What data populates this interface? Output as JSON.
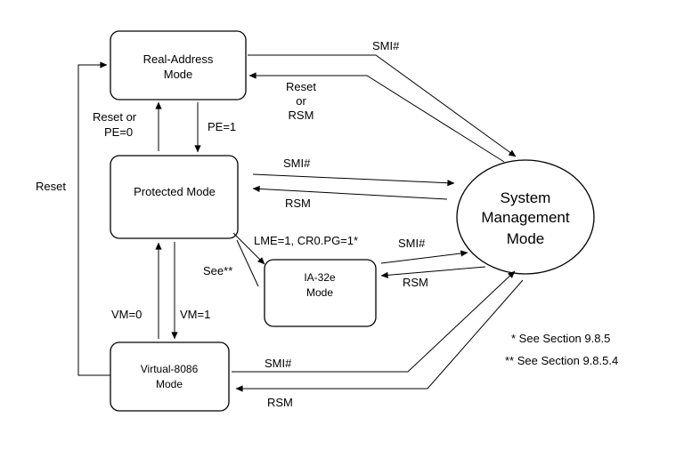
{
  "nodes": {
    "real_address": [
      "Real-Address",
      "Mode"
    ],
    "protected": "Protected Mode",
    "ia32e": [
      "IA-32e",
      "Mode"
    ],
    "virtual8086": [
      "Virtual-8086",
      "Mode"
    ],
    "smm": [
      "System",
      "Management",
      "Mode"
    ]
  },
  "labels": {
    "smi_real": "SMI#",
    "reset_or_rsm": [
      "Reset",
      "or",
      "RSM"
    ],
    "reset_or_pe0": [
      "Reset or",
      "PE=0"
    ],
    "pe1": "PE=1",
    "reset_left": "Reset",
    "smi_protected": "SMI#",
    "rsm_protected": "RSM",
    "lme": "LME=1, CR0.PG=1*",
    "see": "See**",
    "smi_ia32e": "SMI#",
    "rsm_ia32e": "RSM",
    "vm0": "VM=0",
    "vm1": "VM=1",
    "smi_v86": "SMI#",
    "rsm_v86": "RSM"
  },
  "footnotes": [
    "* See Section 9.8.5",
    "** See Section 9.8.5.4"
  ]
}
